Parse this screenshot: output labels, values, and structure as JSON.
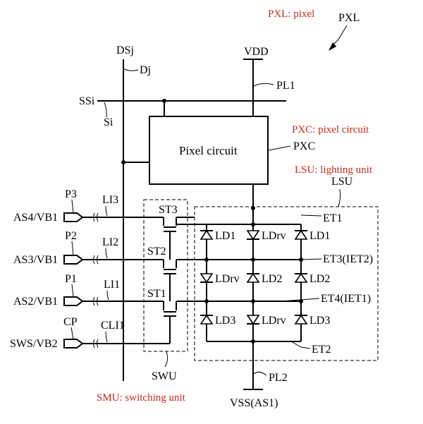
{
  "legend": {
    "pxl": "PXL: pixel",
    "pxc": "PXC: pixel circuit",
    "lsu": "LSU: lighting unit",
    "smu": "SMU: switching unit"
  },
  "labels": {
    "pxl": "PXL",
    "dsj": "DSj",
    "dj": "Dj",
    "vdd": "VDD",
    "pl1": "PL1",
    "ssi": "SSi",
    "si": "Si",
    "pixel_circuit": "Pixel circuit",
    "pxc": "PXC",
    "lsu": "LSU",
    "swu": "SWU",
    "pl2": "PL2",
    "vss": "VSS(AS1)",
    "et1": "ET1",
    "et2": "ET2",
    "et3": "ET3(IET2)",
    "et4": "ET4(IET1)",
    "st1": "ST1",
    "st2": "ST2",
    "st3": "ST3"
  },
  "inputs": [
    {
      "pad": "P3",
      "signal": "AS4/VB1",
      "line": "LI3"
    },
    {
      "pad": "P2",
      "signal": "AS3/VB1",
      "line": "LI2"
    },
    {
      "pad": "P1",
      "signal": "AS2/VB1",
      "line": "LI1"
    },
    {
      "pad": "CP",
      "signal": "SWS/VB2",
      "line": "CLI1"
    }
  ],
  "diodes": [
    [
      "LD1",
      "LDrv",
      "LD1"
    ],
    [
      "LDrv",
      "LD2",
      "LD2"
    ],
    [
      "LD3",
      "LDrv",
      "LD3"
    ]
  ]
}
